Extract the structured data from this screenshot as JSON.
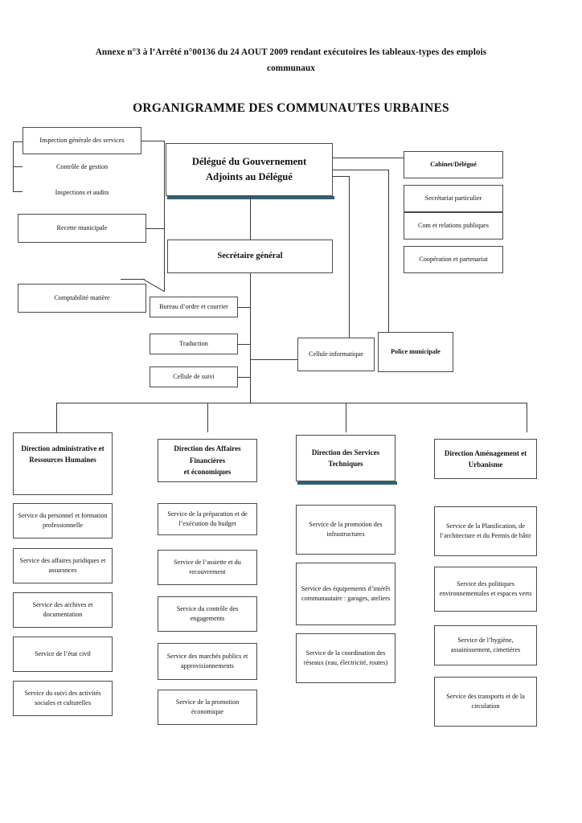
{
  "document": {
    "header_line1": "Annexe n°3 à l’Arrêté n°00136 du 24 AOUT 2009 rendant exécutoires les tableaux-types des emplois",
    "header_line2": "communaux",
    "title": "ORGANIGRAMME DES COMMUNAUTES URBAINES"
  },
  "colors": {
    "box_border": "#4a4a4a",
    "connector": "#3a3a3a",
    "shadow_accent": "#2e6370",
    "page_background": "#ffffff",
    "text": "#111111"
  },
  "executive": {
    "delegue_line1": "Délégué du Gouvernement",
    "delegue_line2": "Adjoints au Délégué",
    "secretaire_general": "Secrétaire général"
  },
  "left_column": {
    "inspection_generale": "Inspection générale des services",
    "controle_de_gestion": "Contrôle de gestion",
    "inspections_et_audits": "Inspections et audits",
    "recette_municipale": "Recette municipale",
    "comptabilite_matiere": "Comptabilité matière"
  },
  "cabinet": {
    "title": "Cabinet/Délégué",
    "items": [
      "Secrétariat particulier",
      "Com et relations publiques",
      "Coopération et partenariat"
    ]
  },
  "secretariat_units": [
    "Bureau d’ordre et courrier",
    "Traduction",
    "Cellule de suivi"
  ],
  "special_units": {
    "cellule_informatique": "Cellule informatique",
    "police_municipale": "Police municipale"
  },
  "directions": [
    {
      "title_line1": "Direction administrative et",
      "title_line2": "Ressources Humaines",
      "services": [
        "Service du personnel et formation professionnelle",
        "Service des affaires juridiques et assurances",
        "Service des archives et documentation",
        "Service de l’état civil",
        "Service du suivi des activités sociales et culturelles"
      ]
    },
    {
      "title_line1": "Direction des Affaires Financières",
      "title_line2": "et économiques",
      "services": [
        "Service de la préparation et de l’exécution du budget",
        "Service de l’assiette et du recouvrement",
        "Service du contrôle des engagements",
        "Service des marchés publics et approvisionnements",
        "Service de la promotion économique"
      ]
    },
    {
      "title_line1": "Direction des Services",
      "title_line2": "Techniques",
      "services": [
        "Service de la promotion des infrastructures",
        "Service des équipements d’intérêt communautaire : garages, ateliers",
        "Service de la coordination des réseaux (eau, électricité, routes)"
      ]
    },
    {
      "title_line1": "Direction Aménagement et",
      "title_line2": "Urbanisme",
      "services": [
        "Service de la Planification, de l’architecture et du Permis de bâtir",
        "Service des politiques environnementales et espaces verts",
        "Service de l’hygiène, assainissement, cimetières",
        "Service des transports et de la circulation"
      ]
    }
  ]
}
